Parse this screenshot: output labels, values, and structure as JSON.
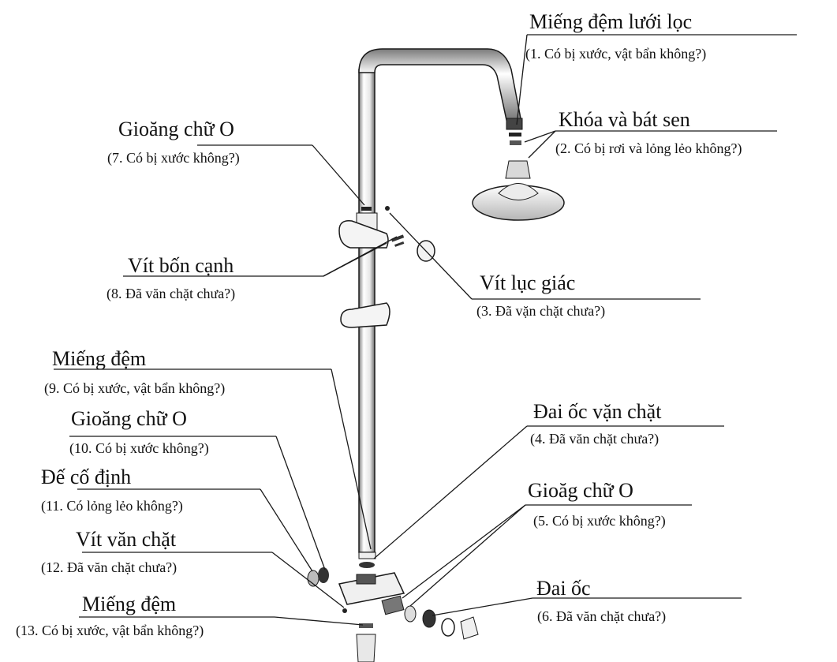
{
  "diagram": {
    "callouts": [
      {
        "id": "c1",
        "title": "Miếng đệm lưới lọc",
        "note": "(1. Có bị xước, vật bẩn không?)"
      },
      {
        "id": "c2",
        "title": "Khóa và bát sen",
        "note": "(2. Có bị rơi và lỏng lẻo không?)"
      },
      {
        "id": "c3",
        "title": "Vít lục giác",
        "note": "(3. Đã vặn chặt chưa?)"
      },
      {
        "id": "c4",
        "title": "Đai ốc vặn chặt",
        "note": "(4. Đã văn chặt chưa?)"
      },
      {
        "id": "c5",
        "title": "Gioăg chữ O",
        "note": "(5. Có bị xước không?)"
      },
      {
        "id": "c6",
        "title": "Đai ốc",
        "note": "(6. Đã văn chặt chưa?)"
      },
      {
        "id": "c7",
        "title": "Gioăng chữ O",
        "note": "(7. Có bị xước không?)"
      },
      {
        "id": "c8",
        "title": "Vít bốn cạnh",
        "note": "(8. Đã văn chặt chưa?)"
      },
      {
        "id": "c9",
        "title": "Miếng đệm",
        "note": "(9. Có bị xước, vật bẩn không?)"
      },
      {
        "id": "c10",
        "title": "Gioăng chữ O",
        "note": "(10. Có bị xước không?)"
      },
      {
        "id": "c11",
        "title": "Đế cố định",
        "note": "(11. Có lỏng lẻo không?)"
      },
      {
        "id": "c12",
        "title": "Vít văn chặt",
        "note": "(12. Đã văn chặt chưa?)"
      },
      {
        "id": "c13",
        "title": "Miếng đệm",
        "note": "(13. Có bị xước, vật bẩn không?)"
      }
    ],
    "colors": {
      "line": "#1a1a1a",
      "shade": "#9a9a9a",
      "text": "#111111"
    }
  }
}
